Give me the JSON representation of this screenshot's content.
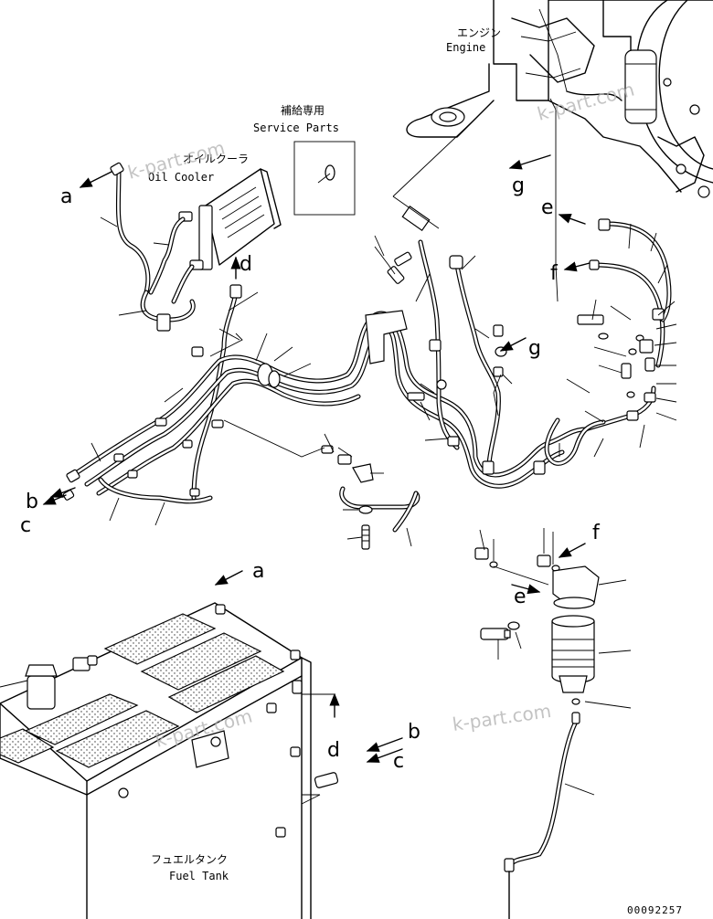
{
  "labels": {
    "engine_jp": "エンジン",
    "engine_en": "Engine",
    "service_jp": "補給専用",
    "service_en": "Service Parts",
    "oil_cooler_jp": "オイルクーラ",
    "oil_cooler_en": "Oil Cooler",
    "fuel_tank_jp": "フュエルタンク",
    "fuel_tank_en": "Fuel Tank"
  },
  "connection_letters": {
    "a": "a",
    "b": "b",
    "c": "c",
    "d": "d",
    "e": "e",
    "f": "f",
    "g": "g"
  },
  "watermark": "k-part.com",
  "drawing_code": "00092257",
  "colors": {
    "line": "#000000",
    "background": "#ffffff",
    "watermark": "#b0b0b0"
  }
}
